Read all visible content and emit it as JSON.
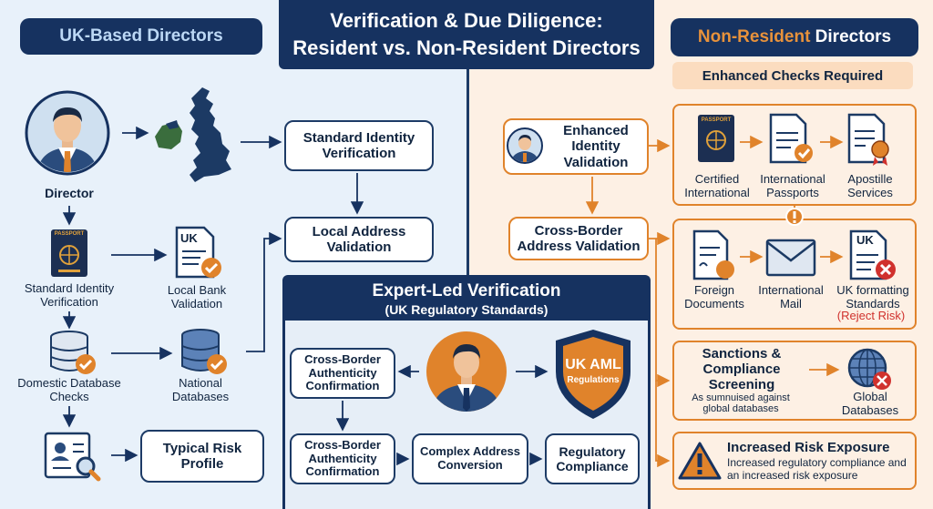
{
  "title": {
    "line1": "Verification & Due Diligence:",
    "line2": "Resident vs. Non-Resident Directors"
  },
  "left": {
    "header": "UK-Based Directors",
    "director_label": "Director",
    "standard_identity": "Standard Identity Verification",
    "local_address": "Local Address Validation",
    "passport_tag": "PASSPORT",
    "std_id_label": "Standard Identity Verification",
    "uk_tag": "UK",
    "local_bank_label": "Local Bank Validation",
    "domestic_db_label": "Domestic Database Checks",
    "national_db_label": "National Databases",
    "typical_risk": "Typical Risk Profile"
  },
  "expert": {
    "title": "Expert-Led Verification",
    "subtitle": "(UK Regulatory Standards)",
    "cross_border_1": "Cross-Border Authenticity Confirmation",
    "cross_border_2": "Cross-Border Authenticity Confirmation",
    "complex_address": "Complex Address Conversion",
    "regulatory": "Regulatory Compliance",
    "shield_big": "UK AML",
    "shield_small": "Regulations"
  },
  "right": {
    "header_orange": "Non-Resident",
    "header_white": " Directors",
    "enhanced_required": "Enhanced Checks Required",
    "enhanced_identity": "Enhanced Identity Validation",
    "cross_border_address": "Cross-Border Address Validation",
    "passport_tag": "PASSPORT",
    "certified_label": "Certified International",
    "intl_passports_label": "International Passports",
    "apostille_label": "Apostille Services",
    "foreign_docs_label": "Foreign Documents",
    "intl_mail_label": "International Mail",
    "uk_tag": "UK",
    "uk_formatting_label": "UK formatting Standards",
    "reject_risk": "(Reject Risk)",
    "sanctions_title": "Sanctions & Compliance Screening",
    "sanctions_sub": "As sumnuised against global databases",
    "global_db_label": "Global Databases",
    "risk_title": "Increased Risk Exposure",
    "risk_sub": "Increased regulatory compliance and an increased risk exposure"
  },
  "colors": {
    "navy": "#163260",
    "orange": "#e0832b",
    "red": "#d0312d",
    "green": "#3fae49"
  }
}
